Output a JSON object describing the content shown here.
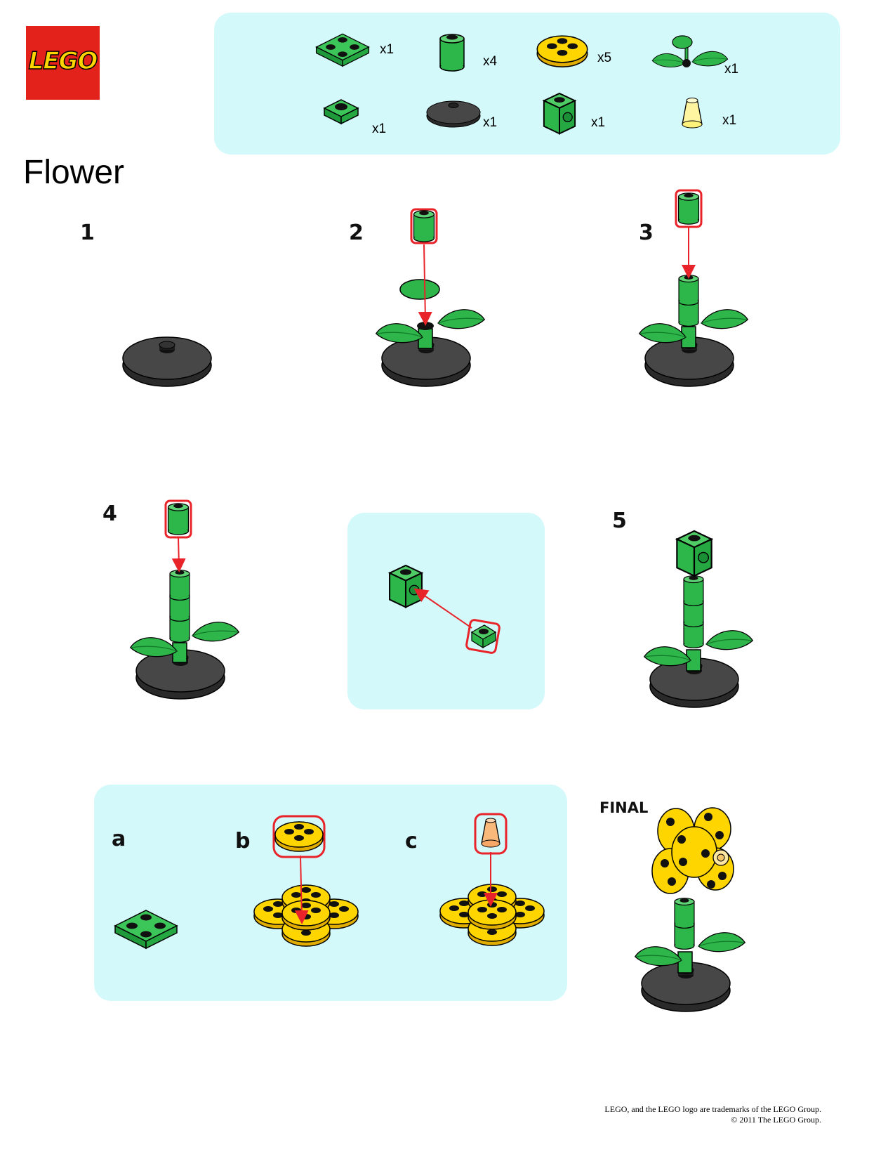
{
  "brand": {
    "logo_text": "LEGO"
  },
  "title": "Flower",
  "parts_list": [
    {
      "name": "green-plate-2x2",
      "qty": "x1"
    },
    {
      "name": "green-round-brick-1x1",
      "qty": "x4"
    },
    {
      "name": "yellow-round-plate-2x2",
      "qty": "x5"
    },
    {
      "name": "green-plant-stem-leaves",
      "qty": "x1"
    },
    {
      "name": "green-plate-1x1",
      "qty": "x1"
    },
    {
      "name": "black-round-dish-4x4",
      "qty": "x1"
    },
    {
      "name": "green-brick-1x1-side-stud",
      "qty": "x1"
    },
    {
      "name": "trans-yellow-cone-1x1",
      "qty": "x1"
    }
  ],
  "steps": {
    "s1": "1",
    "s2": "2",
    "s3": "3",
    "s4": "4",
    "s5": "5",
    "a": "a",
    "b": "b",
    "c": "c",
    "final": "FINAL"
  },
  "footer": {
    "line1": "LEGO, and the LEGO logo are trademarks of the LEGO Group.",
    "line2": "© 2011 The LEGO Group."
  },
  "colors": {
    "panel": "#d4f9fa",
    "brand_red": "#e3231b",
    "green": "#2db64a",
    "yellow": "#ffd500",
    "black_part": "#3a3a3a",
    "callout_red": "#e8242a"
  }
}
